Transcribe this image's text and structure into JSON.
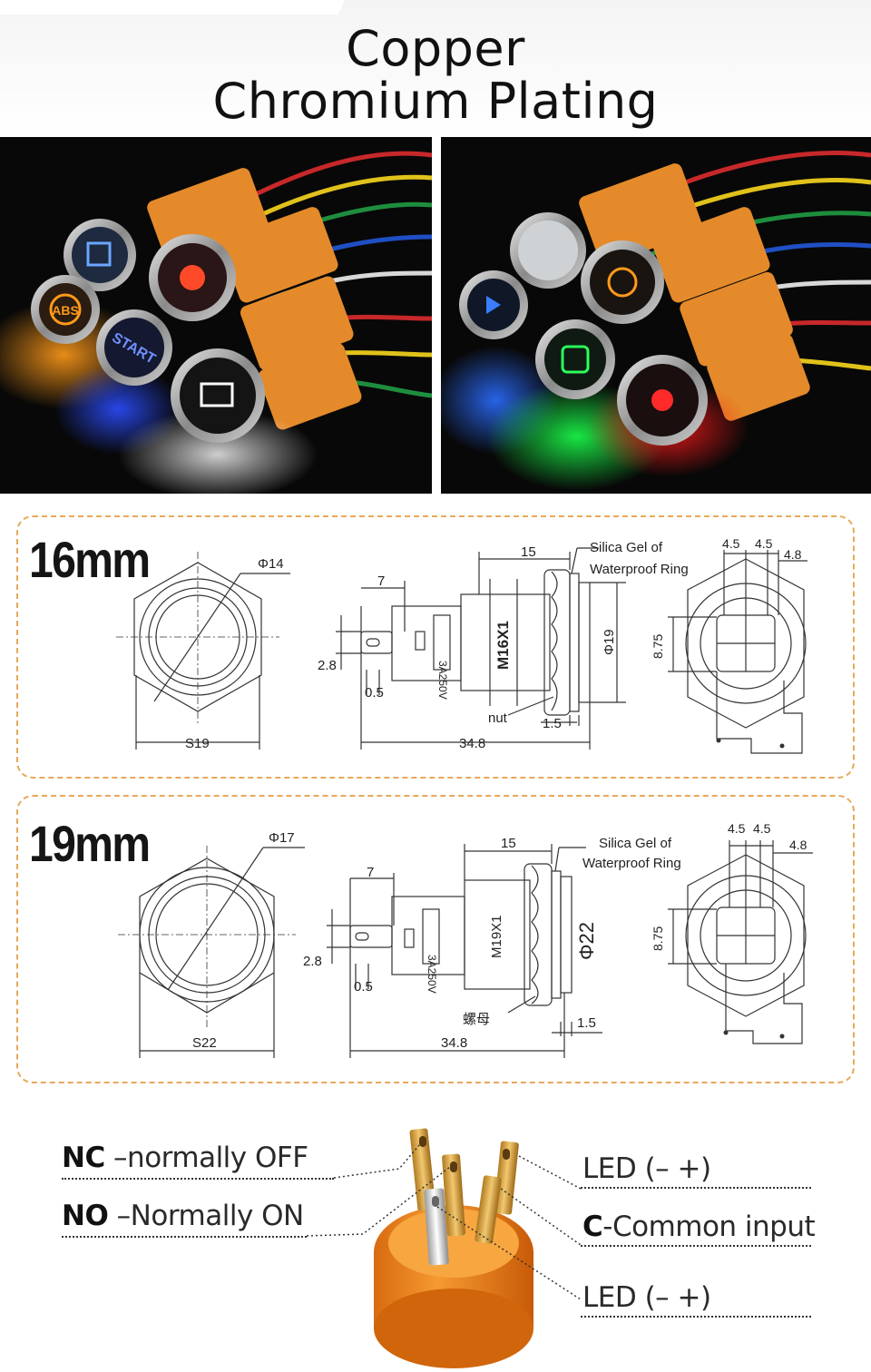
{
  "title": {
    "line1": "Copper",
    "line2": "Chromium Plating"
  },
  "photos": [
    {
      "icon_labels": [
        "ABS",
        "START"
      ]
    },
    {
      "icon_labels": []
    }
  ],
  "diagram16": {
    "size": "16mm",
    "diameter": "Φ14",
    "hex": "S19",
    "seal1": "Silica Gel of",
    "seal2": "Waterproof Ring",
    "body_len": "15",
    "tab_len": "7",
    "tab_w": "2.8",
    "tab_t": "0.5",
    "rating": "3A250V",
    "thread": "M16X1",
    "nut": "nut",
    "flange": "1.5",
    "total": "34.8",
    "outer": "Φ19",
    "pin_a": "4.5",
    "pin_b": "4.5",
    "pin_c": "4.8",
    "pin_h": "8.75"
  },
  "diagram19": {
    "size": "19mm",
    "diameter": "Φ17",
    "hex": "S22",
    "seal1": "Silica Gel of",
    "seal2": "Waterproof Ring",
    "body_len": "15",
    "tab_len": "7",
    "tab_w": "2.8",
    "tab_t": "0.5",
    "rating": "3A250V",
    "thread": "M19X1",
    "nut": "螺母",
    "flange": "1.5",
    "total": "34.8",
    "outer": "Φ22",
    "pin_a": "4.5",
    "pin_b": "4.5",
    "pin_c": "4.8",
    "pin_h": "8.75"
  },
  "pins": {
    "nc_key": "NC",
    "nc_desc": " –normally OFF",
    "no_key": "NO",
    "no_desc": " –Normally ON",
    "led_top": "LED (– +)",
    "c_key": "C",
    "c_desc": "-Common input",
    "led_bottom": "LED (– +)"
  },
  "colors": {
    "accent": "#e8a85a",
    "housing": "#f08a1e",
    "bg_photo": "#0a0a0a"
  }
}
